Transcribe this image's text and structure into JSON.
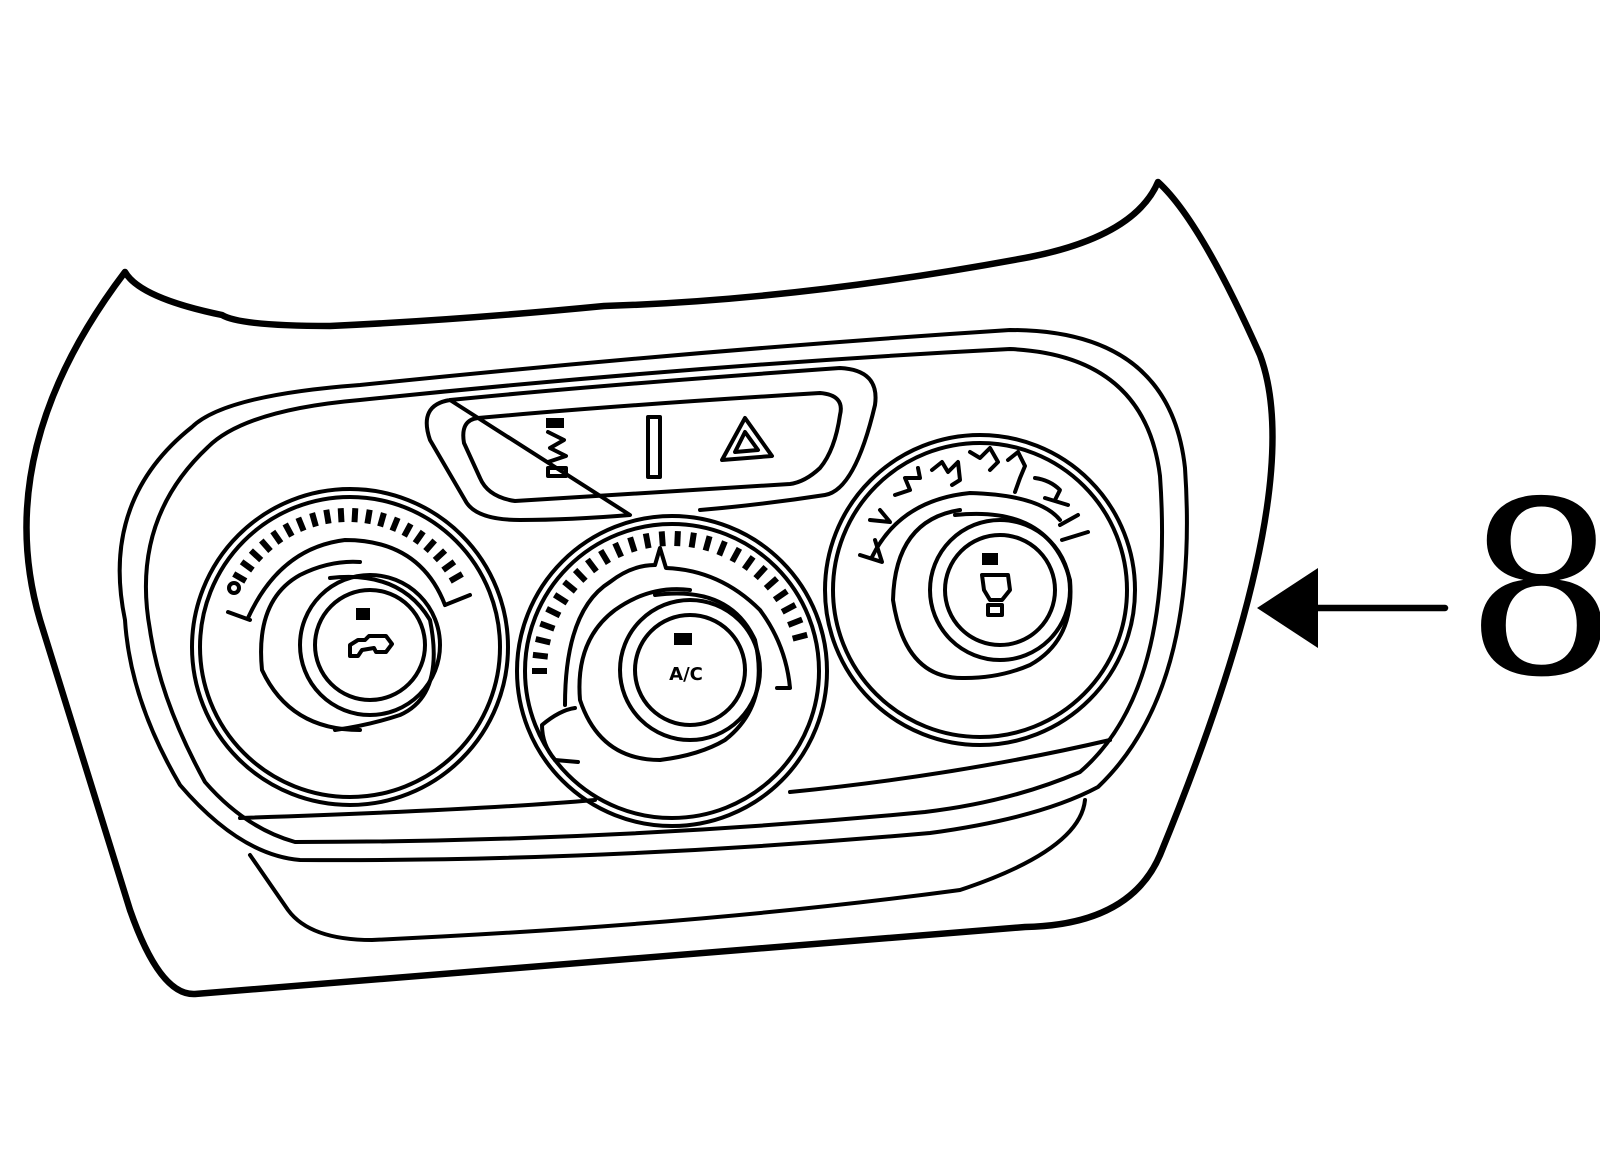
{
  "callout": {
    "number": "8"
  },
  "dial_markings": {
    "left_knob": "fan-speed-scale",
    "center_knob": "temperature-scale",
    "right_knob": "air-distribution-scale"
  },
  "center_knob_button_text": "A/C",
  "colors": {
    "line": "#000000",
    "background": "#ffffff"
  }
}
